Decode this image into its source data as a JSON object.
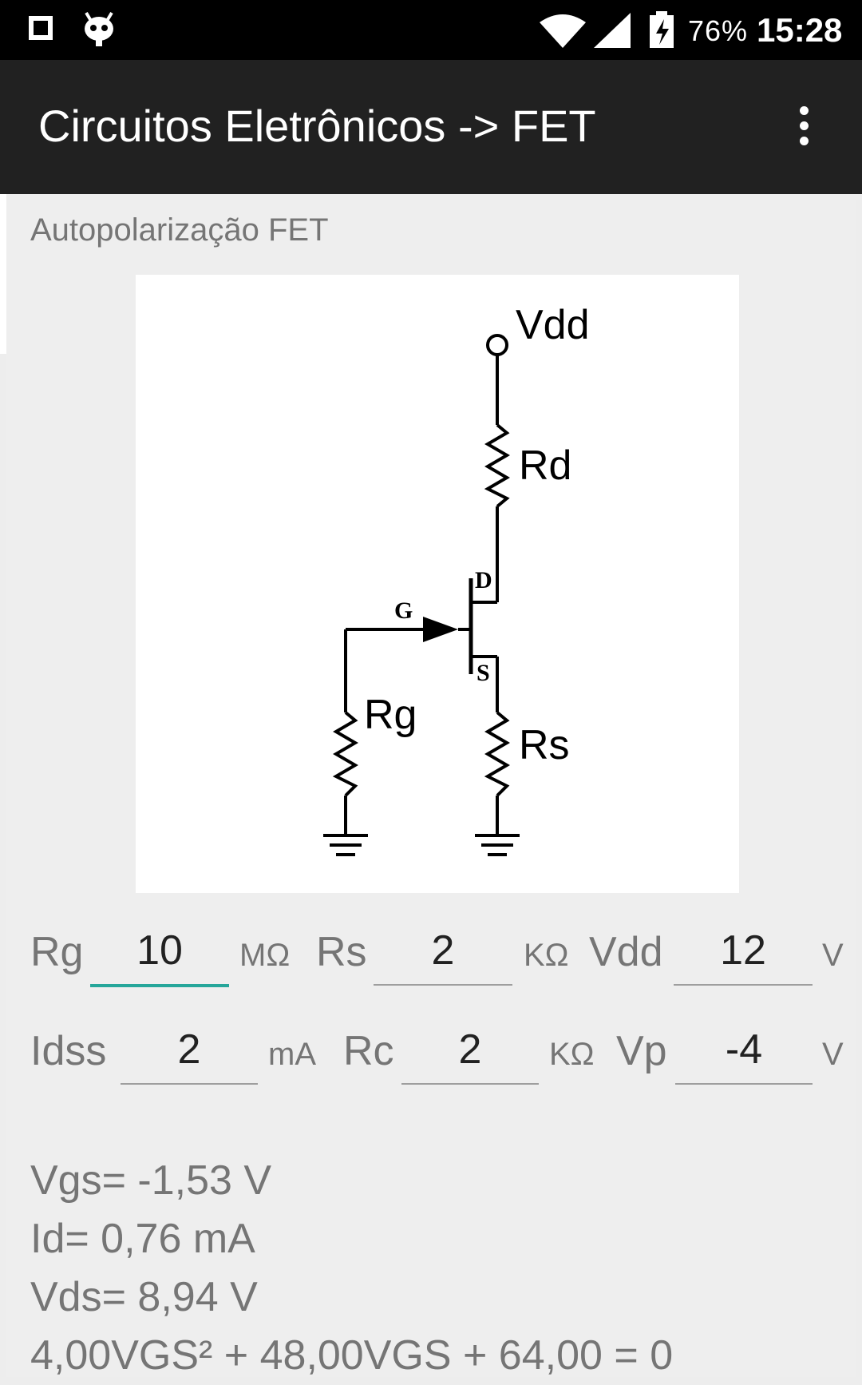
{
  "status_bar": {
    "battery_percent": "76%",
    "time": "15:28",
    "icons": [
      "square-icon",
      "android-bug-icon",
      "wifi-icon",
      "signal-icon",
      "battery-charging-icon"
    ]
  },
  "app_bar": {
    "title": "Circuitos Eletrônicos -> FET",
    "menu_icon": "overflow-menu-icon"
  },
  "section": {
    "subtitle": "Autopolarização FET"
  },
  "diagram": {
    "labels": {
      "vdd": "Vdd",
      "rd": "Rd",
      "d": "D",
      "g": "G",
      "s": "S",
      "rg": "Rg",
      "rs": "Rs"
    }
  },
  "inputs": {
    "row1": [
      {
        "label": "Rg",
        "value": "10",
        "unit": "MΩ"
      },
      {
        "label": "Rs",
        "value": "2",
        "unit": "KΩ"
      },
      {
        "label": "Vdd",
        "value": "12",
        "unit": "V"
      }
    ],
    "row2": [
      {
        "label": "Idss",
        "value": "2",
        "unit": "mA"
      },
      {
        "label": "Rc",
        "value": "2",
        "unit": "KΩ"
      },
      {
        "label": "Vp",
        "value": "-4",
        "unit": "V"
      }
    ]
  },
  "results": {
    "vgs": "Vgs= -1,53 V",
    "id": "Id= 0,76 mA",
    "vds": "Vds= 8,94 V",
    "equation": "4,00VGS² + 48,00VGS + 64,00 = 0"
  },
  "colors": {
    "status_bar": "#000000",
    "app_bar": "#212121",
    "background": "#eeeeee",
    "accent": "#26a69a",
    "text_secondary": "#757575"
  }
}
